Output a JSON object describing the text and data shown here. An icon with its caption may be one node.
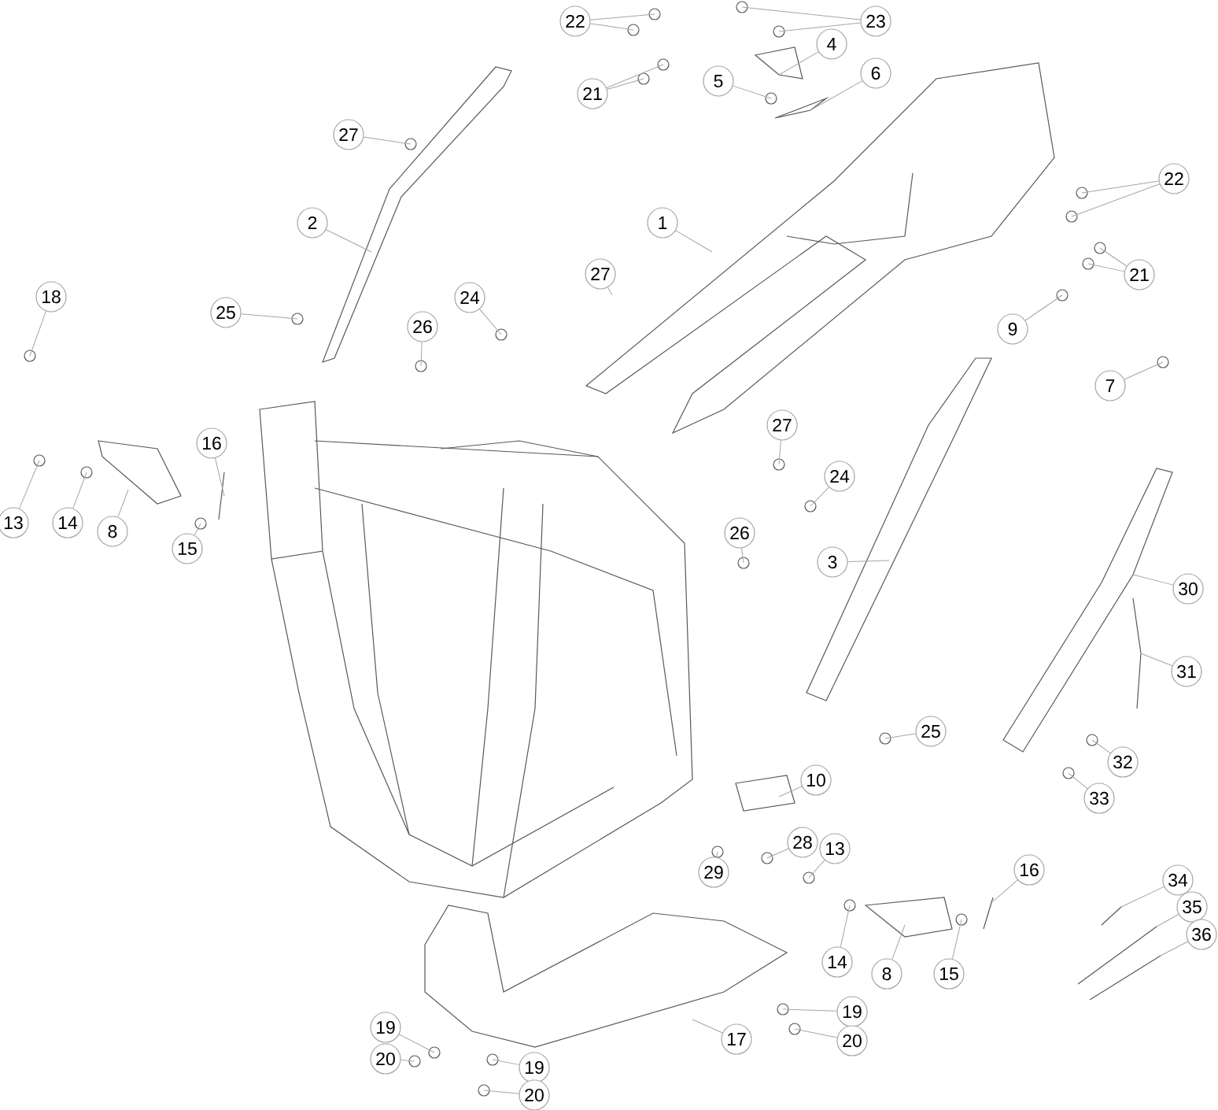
{
  "diagram": {
    "nodes": [
      {
        "text": [
          "22"
        ]
      },
      {
        "text": [
          "23"
        ]
      },
      {
        "text": [
          "4"
        ]
      },
      {
        "text": [
          "6"
        ]
      },
      {
        "text": [
          "5"
        ]
      },
      {
        "text": [
          "21"
        ]
      },
      {
        "text": [
          "27"
        ]
      },
      {
        "text": [
          "22"
        ]
      },
      {
        "text": [
          "1"
        ]
      },
      {
        "text": [
          "2"
        ]
      },
      {
        "text": [
          "27"
        ]
      },
      {
        "text": [
          "21"
        ]
      },
      {
        "text": [
          "18"
        ]
      },
      {
        "text": [
          "24"
        ]
      },
      {
        "text": [
          "25"
        ]
      },
      {
        "text": [
          "26"
        ]
      },
      {
        "text": [
          "9"
        ]
      },
      {
        "text": [
          "7"
        ]
      },
      {
        "text": [
          "27"
        ]
      },
      {
        "text": [
          "16"
        ]
      },
      {
        "text": [
          "24"
        ]
      },
      {
        "text": [
          "13"
        ]
      },
      {
        "text": [
          "14"
        ]
      },
      {
        "text": [
          "8"
        ]
      },
      {
        "text": [
          "26"
        ]
      },
      {
        "text": [
          "15"
        ]
      },
      {
        "text": [
          "3"
        ]
      },
      {
        "text": [
          "30"
        ]
      },
      {
        "text": [
          "31"
        ]
      },
      {
        "text": [
          "25"
        ]
      },
      {
        "text": [
          "32"
        ]
      },
      {
        "text": [
          "10"
        ]
      },
      {
        "text": [
          "33"
        ]
      },
      {
        "text": [
          "28"
        ]
      },
      {
        "text": [
          "13"
        ]
      },
      {
        "text": [
          "16"
        ]
      },
      {
        "text": [
          "29"
        ]
      },
      {
        "text": [
          "34"
        ]
      },
      {
        "text": [
          "35"
        ]
      },
      {
        "text": [
          "36"
        ]
      },
      {
        "text": [
          "14"
        ]
      },
      {
        "text": [
          "8"
        ]
      },
      {
        "text": [
          "15"
        ]
      },
      {
        "text": [
          "19"
        ]
      },
      {
        "text": [
          "19"
        ]
      },
      {
        "text": [
          "17"
        ]
      },
      {
        "text": [
          "20"
        ]
      },
      {
        "text": [
          "20"
        ]
      },
      {
        "text": [
          "19"
        ]
      },
      {
        "text": [
          "20"
        ]
      }
    ],
    "edges": [
      {
        "from": 0,
        "to": null,
        "arrow": "none"
      },
      {
        "from": 0,
        "to": null,
        "arrow": "none"
      },
      {
        "from": 1,
        "to": null,
        "arrow": "none"
      },
      {
        "from": 1,
        "to": null,
        "arrow": "none"
      },
      {
        "from": 2,
        "to": null,
        "arrow": "none"
      },
      {
        "from": 3,
        "to": null,
        "arrow": "none"
      },
      {
        "from": 4,
        "to": null,
        "arrow": "none"
      },
      {
        "from": 5,
        "to": null,
        "arrow": "none"
      },
      {
        "from": 5,
        "to": null,
        "arrow": "none"
      },
      {
        "from": 6,
        "to": null,
        "arrow": "none"
      },
      {
        "from": 7,
        "to": null,
        "arrow": "none"
      },
      {
        "from": 7,
        "to": null,
        "arrow": "none"
      },
      {
        "from": 8,
        "to": null,
        "arrow": "none"
      },
      {
        "from": 9,
        "to": null,
        "arrow": "none"
      },
      {
        "from": 10,
        "to": null,
        "arrow": "none"
      },
      {
        "from": 11,
        "to": null,
        "arrow": "none"
      },
      {
        "from": 11,
        "to": null,
        "arrow": "none"
      },
      {
        "from": 12,
        "to": null,
        "arrow": "none"
      },
      {
        "from": 13,
        "to": null,
        "arrow": "none"
      },
      {
        "from": 14,
        "to": null,
        "arrow": "none"
      },
      {
        "from": 15,
        "to": null,
        "arrow": "none"
      },
      {
        "from": 16,
        "to": null,
        "arrow": "none"
      },
      {
        "from": 17,
        "to": null,
        "arrow": "none"
      },
      {
        "from": 18,
        "to": null,
        "arrow": "none"
      },
      {
        "from": 19,
        "to": null,
        "arrow": "none"
      },
      {
        "from": 20,
        "to": null,
        "arrow": "none"
      },
      {
        "from": 21,
        "to": null,
        "arrow": "none"
      },
      {
        "from": 22,
        "to": null,
        "arrow": "none"
      },
      {
        "from": 23,
        "to": null,
        "arrow": "none"
      },
      {
        "from": 24,
        "to": null,
        "arrow": "none"
      },
      {
        "from": 25,
        "to": null,
        "arrow": "none"
      },
      {
        "from": 26,
        "to": null,
        "arrow": "none"
      },
      {
        "from": 27,
        "to": null,
        "arrow": "none"
      },
      {
        "from": 28,
        "to": null,
        "arrow": "none"
      },
      {
        "from": 29,
        "to": null,
        "arrow": "none"
      },
      {
        "from": 30,
        "to": null,
        "arrow": "none"
      },
      {
        "from": 31,
        "to": null,
        "arrow": "none"
      },
      {
        "from": 32,
        "to": null,
        "arrow": "none"
      },
      {
        "from": 33,
        "to": null,
        "arrow": "none"
      },
      {
        "from": 34,
        "to": null,
        "arrow": "none"
      },
      {
        "from": 35,
        "to": null,
        "arrow": "none"
      },
      {
        "from": 36,
        "to": null,
        "arrow": "none"
      },
      {
        "from": 37,
        "to": null,
        "arrow": "none"
      },
      {
        "from": 38,
        "to": null,
        "arrow": "none"
      },
      {
        "from": 39,
        "to": null,
        "arrow": "none"
      },
      {
        "from": 40,
        "to": null,
        "arrow": "none"
      },
      {
        "from": 41,
        "to": null,
        "arrow": "none"
      },
      {
        "from": 42,
        "to": null,
        "arrow": "none"
      },
      {
        "from": 43,
        "to": null,
        "arrow": "none"
      },
      {
        "from": 45,
        "to": null,
        "arrow": "none"
      },
      {
        "from": 46,
        "to": null,
        "arrow": "none"
      },
      {
        "from": 44,
        "to": null,
        "arrow": "none"
      },
      {
        "from": 47,
        "to": null,
        "arrow": "none"
      },
      {
        "from": 48,
        "to": null,
        "arrow": "none"
      },
      {
        "from": 49,
        "to": null,
        "arrow": "none"
      }
    ]
  }
}
